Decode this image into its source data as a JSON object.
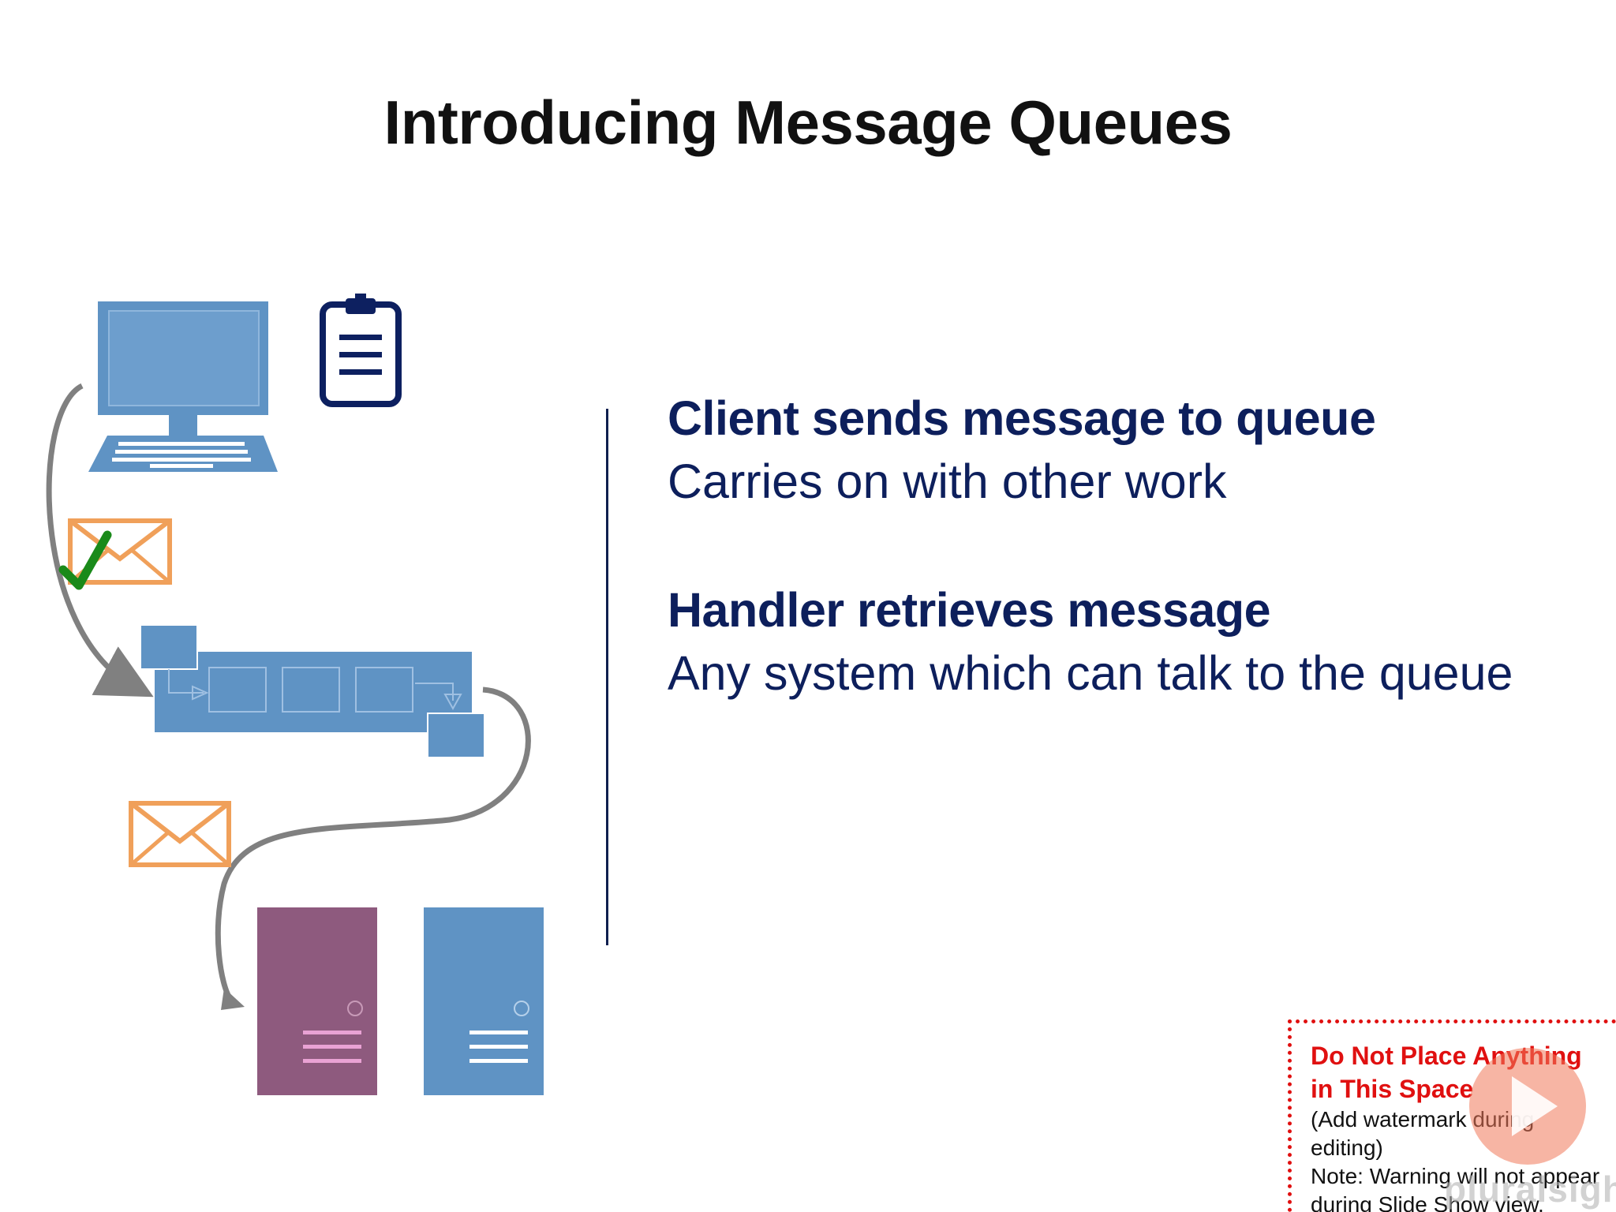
{
  "slide": {
    "title": "Introducing Message Queues"
  },
  "points": [
    {
      "heading": "Client sends message to queue",
      "detail": "Carries on with other work"
    },
    {
      "heading": "Handler retrieves message",
      "detail": "Any system which can talk to the queue"
    }
  ],
  "placeholder": {
    "title_line1": "Do Not Place Anything",
    "title_line2": "in This Space",
    "line1": "(Add watermark during",
    "line2": "editing)",
    "line3": "Note:  Warning will not appear",
    "line4": "during Slide Show view."
  },
  "watermark": {
    "brand": "pluralsight"
  },
  "colors": {
    "title": "#111111",
    "text_navy": "#0d1f5c",
    "device_blue": "#5f93c4",
    "server_purple": "#8e5a7e",
    "envelope_orange": "#f0a05a",
    "check_green": "#1a8a1a",
    "arrow_gray": "#808080",
    "warning_red": "#e01010"
  }
}
